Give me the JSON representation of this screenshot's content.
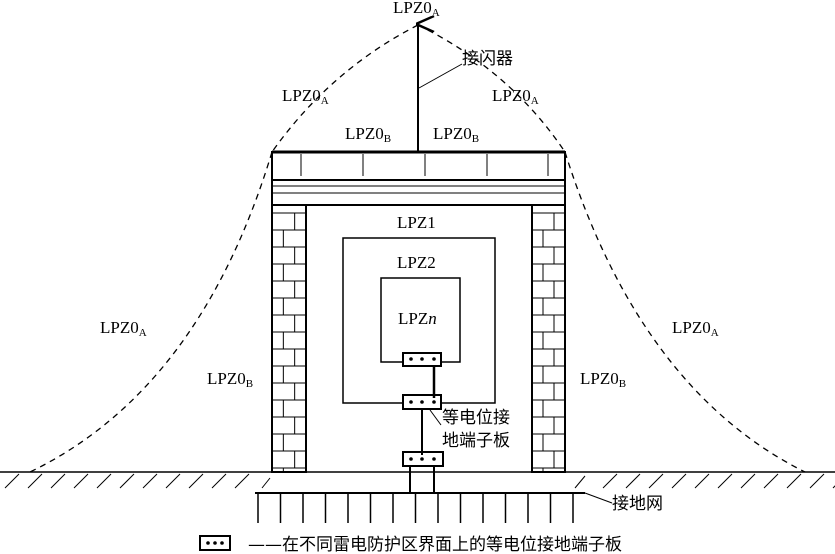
{
  "labels": {
    "top_zone": {
      "base": "LPZ0",
      "sub": "A"
    },
    "upper_left_zone": {
      "base": "LPZ0",
      "sub": "A"
    },
    "upper_right_zone": {
      "base": "LPZ0",
      "sub": "A"
    },
    "roof_left_zone": {
      "base": "LPZ0",
      "sub": "B"
    },
    "roof_right_zone": {
      "base": "LPZ0",
      "sub": "B"
    },
    "outer_left_zone": {
      "base": "LPZ0",
      "sub": "A"
    },
    "outer_right_zone": {
      "base": "LPZ0",
      "sub": "A"
    },
    "side_left_zone": {
      "base": "LPZ0",
      "sub": "B"
    },
    "side_right_zone": {
      "base": "LPZ0",
      "sub": "B"
    },
    "zone1": "LPZ1",
    "zone2": "LPZ2",
    "zone_n": {
      "base": "LPZ",
      "italic": "n"
    }
  },
  "annotations": {
    "air_terminal": "接闪器",
    "bonding_bar_line1": "等电位接",
    "bonding_bar_line2": "地端子板",
    "earth_network": "接地网"
  },
  "legend": {
    "text": "——在不同雷电防护区界面上的等电位接地端子板"
  }
}
